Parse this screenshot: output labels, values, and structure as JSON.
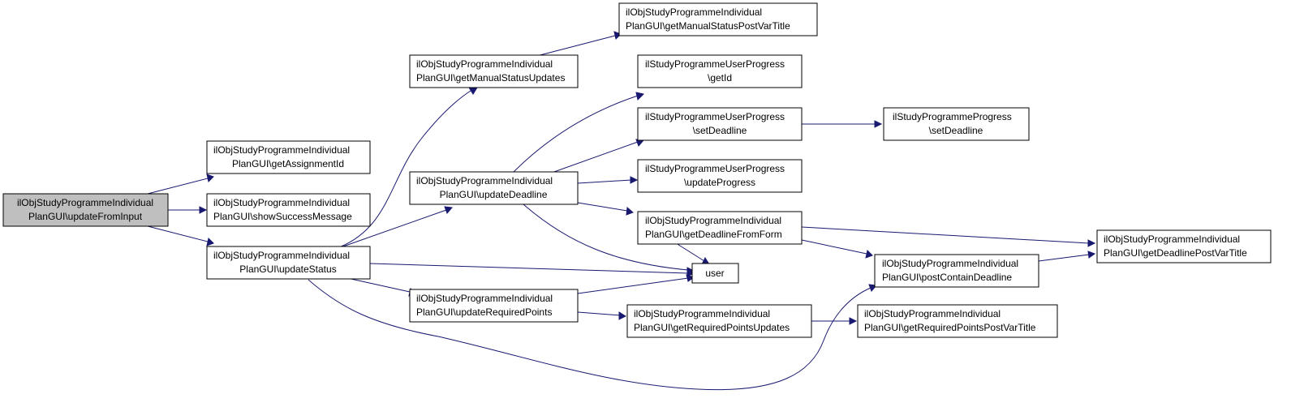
{
  "colors": {
    "edge": "#191970",
    "node_border": "#000000",
    "node_fill": "#ffffff",
    "root_fill": "#bfbfbf"
  },
  "nodes": {
    "update_from_input": {
      "line1": "ilObjStudyProgrammeIndividual",
      "line2": "PlanGUI\\updateFromInput"
    },
    "get_assignment_id": {
      "line1": "ilObjStudyProgrammeIndividual",
      "line2": "PlanGUI\\getAssignmentId"
    },
    "show_success_message": {
      "line1": "ilObjStudyProgrammeIndividual",
      "line2": "PlanGUI\\showSuccessMessage"
    },
    "update_status": {
      "line1": "ilObjStudyProgrammeIndividual",
      "line2": "PlanGUI\\updateStatus"
    },
    "get_manual_status_updates": {
      "line1": "ilObjStudyProgrammeIndividual",
      "line2": "PlanGUI\\getManualStatusUpdates"
    },
    "update_deadline": {
      "line1": "ilObjStudyProgrammeIndividual",
      "line2": "PlanGUI\\updateDeadline"
    },
    "update_required_points": {
      "line1": "ilObjStudyProgrammeIndividual",
      "line2": "PlanGUI\\updateRequiredPoints"
    },
    "get_manual_status_post_var_title": {
      "line1": "ilObjStudyProgrammeIndividual",
      "line2": "PlanGUI\\getManualStatusPostVarTitle"
    },
    "user_progress_get_id": {
      "line1": "ilStudyProgrammeUserProgress",
      "line2": "\\getId"
    },
    "user_progress_set_deadline": {
      "line1": "ilStudyProgrammeUserProgress",
      "line2": "\\setDeadline"
    },
    "user_progress_update_progress": {
      "line1": "ilStudyProgrammeUserProgress",
      "line2": "\\updateProgress"
    },
    "get_deadline_from_form": {
      "line1": "ilObjStudyProgrammeIndividual",
      "line2": "PlanGUI\\getDeadlineFromForm"
    },
    "user": {
      "line1": "user"
    },
    "get_required_points_updates": {
      "line1": "ilObjStudyProgrammeIndividual",
      "line2": "PlanGUI\\getRequiredPointsUpdates"
    },
    "progress_set_deadline": {
      "line1": "ilStudyProgrammeProgress",
      "line2": "\\setDeadline"
    },
    "post_contain_deadline": {
      "line1": "ilObjStudyProgrammeIndividual",
      "line2": "PlanGUI\\postContainDeadline"
    },
    "get_required_points_post_var_title": {
      "line1": "ilObjStudyProgrammeIndividual",
      "line2": "PlanGUI\\getRequiredPointsPostVarTitle"
    },
    "get_deadline_post_var_title": {
      "line1": "ilObjStudyProgrammeIndividual",
      "line2": "PlanGUI\\getDeadlinePostVarTitle"
    }
  }
}
